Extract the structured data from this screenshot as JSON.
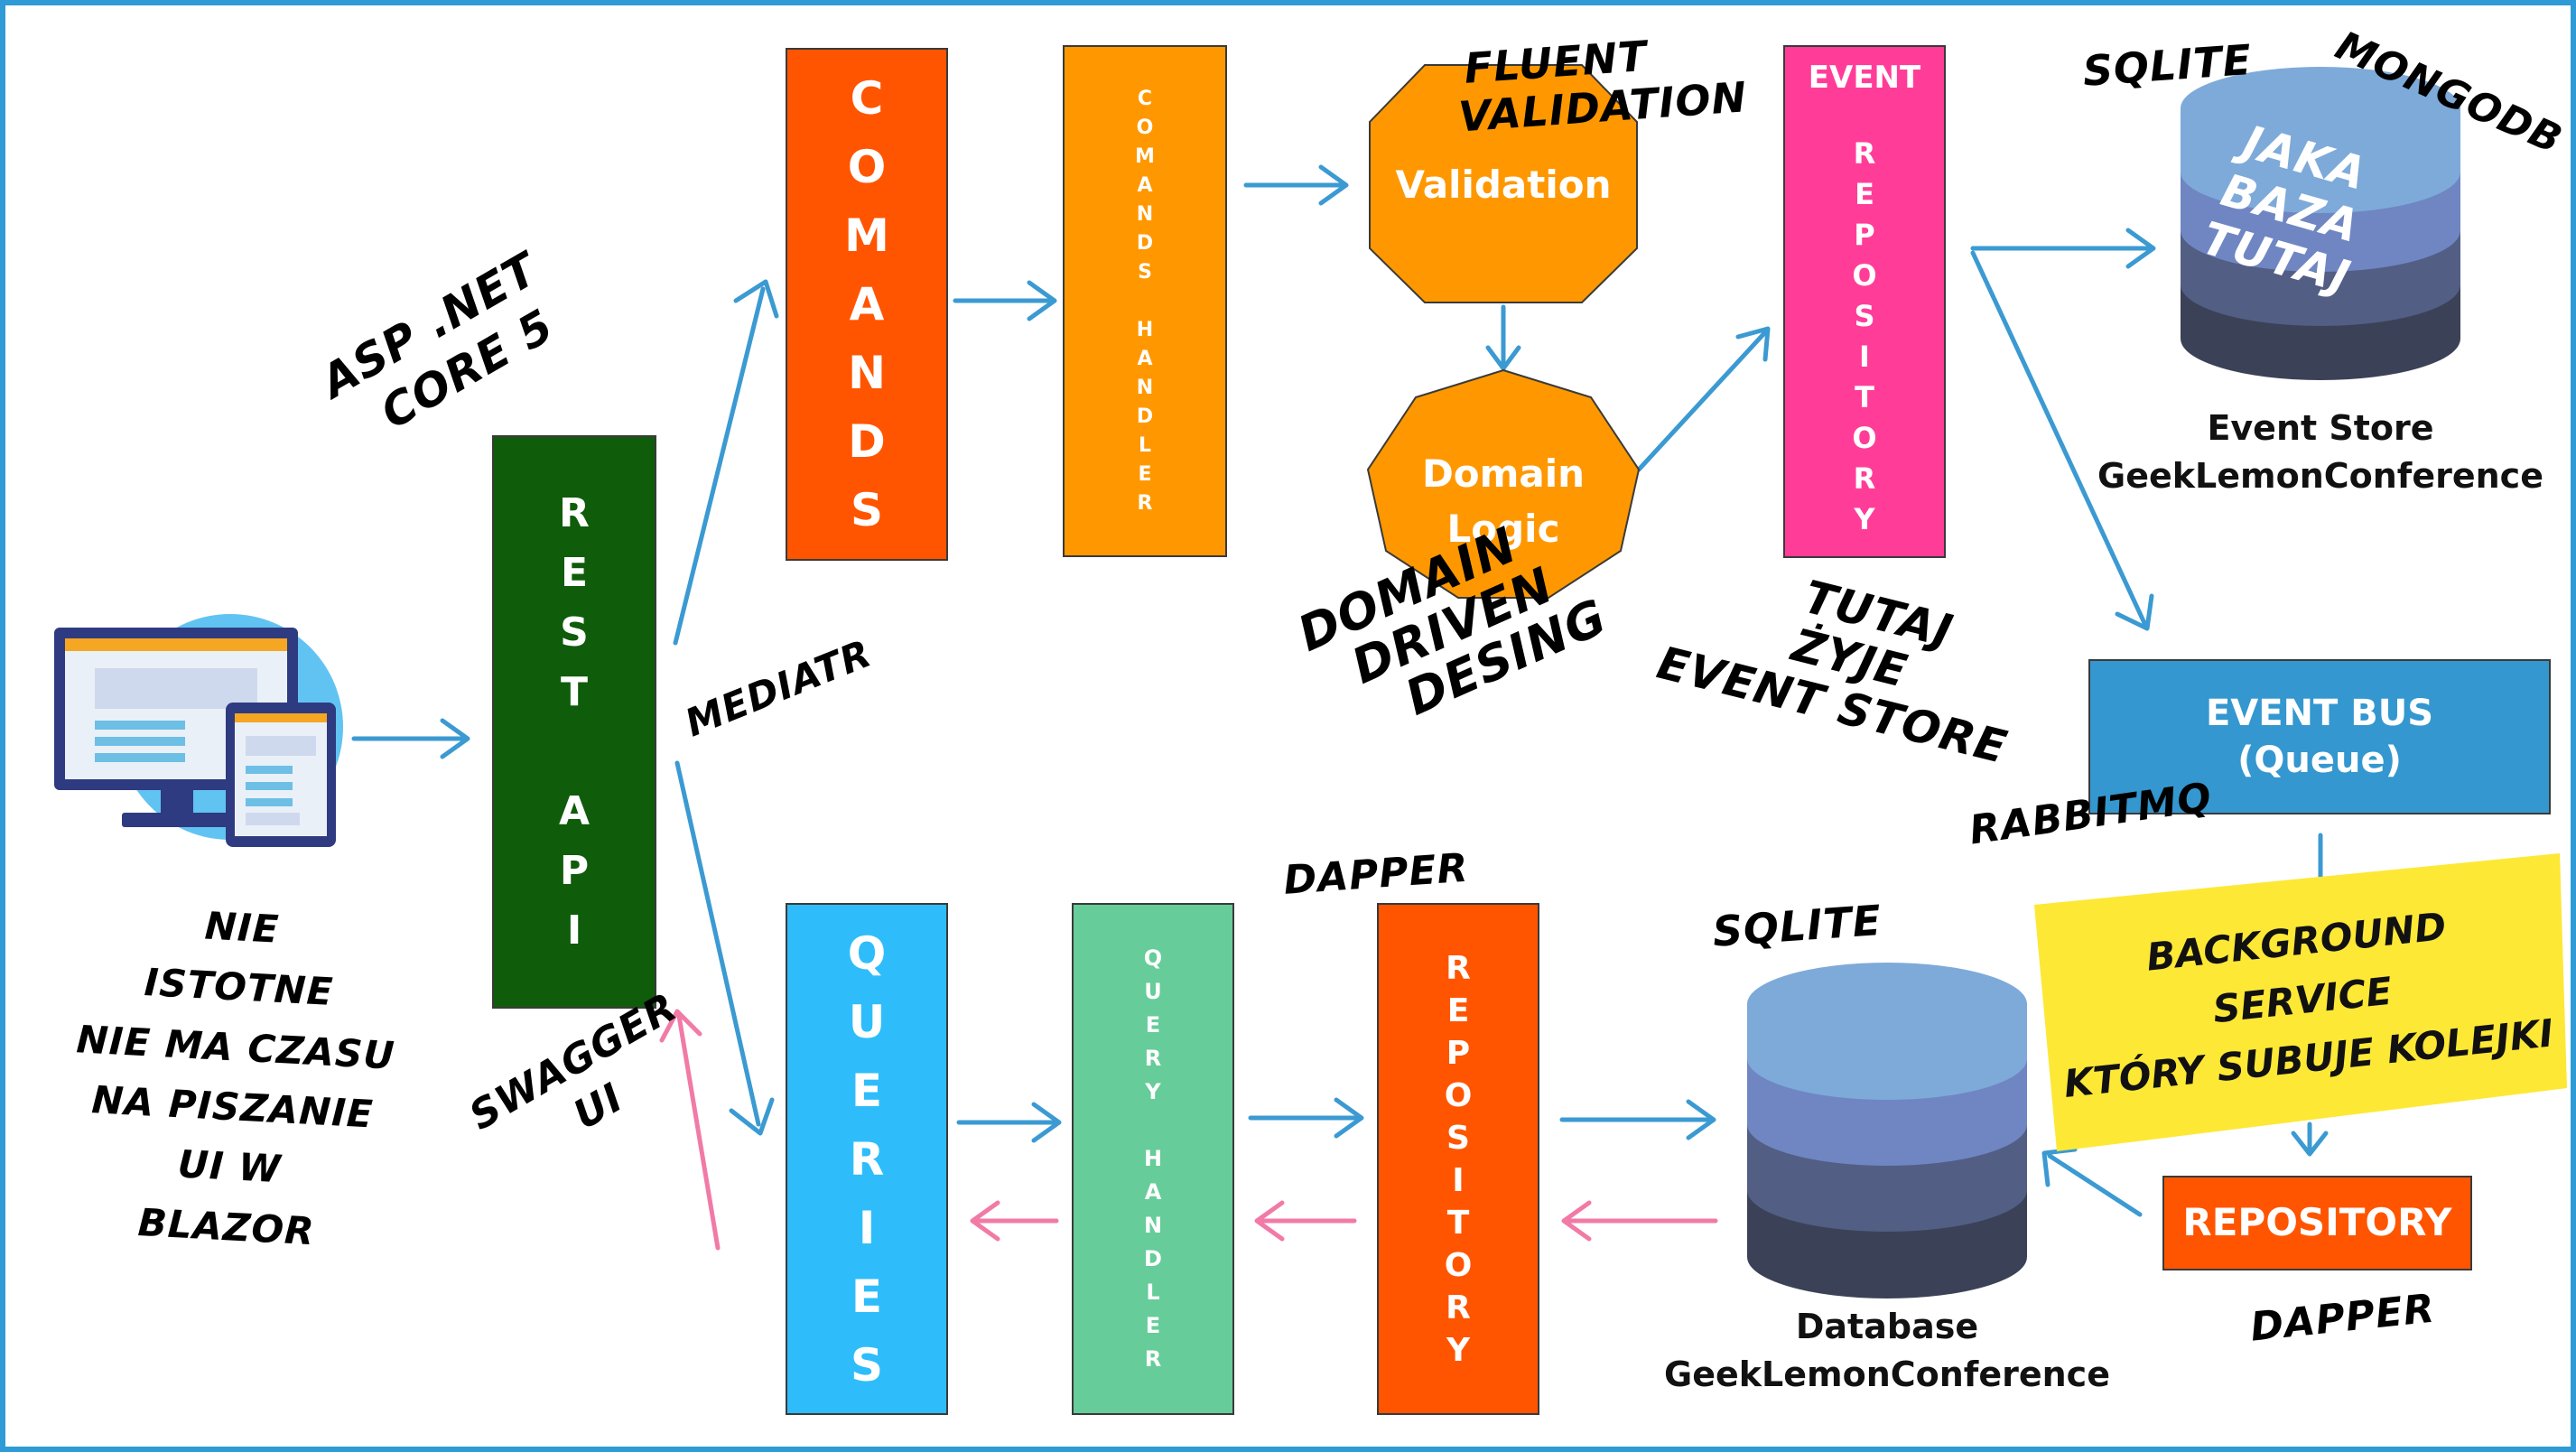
{
  "colors": {
    "border": "#2e9bd6",
    "arrow_blue": "#3b9ad2",
    "arrow_pink": "#f17aa6",
    "rest_api": "#0f5c0a",
    "commands": "#ff5500",
    "commands_handler": "#ff9800",
    "validation": "#ff9800",
    "event_repository": "#ff3d98",
    "event_bus": "#3497cf",
    "queries": "#2ebdfa",
    "query_handler": "#66cc99",
    "repository": "#ff5500",
    "sticky_note": "#fde836",
    "db_top": "#7eaad9",
    "db_mid1": "#6f86c3",
    "db_mid2": "#525e83",
    "db_bottom": "#3b4257"
  },
  "icons": {
    "client": "desktop-tablet-icon",
    "event_store_db": "database-icon",
    "read_db": "database-icon"
  },
  "boxes": {
    "rest_api": {
      "letters": [
        "R",
        "E",
        "S",
        "T",
        "",
        "A",
        "P",
        "I"
      ]
    },
    "commands": {
      "letters": [
        "C",
        "O",
        "M",
        "A",
        "N",
        "D",
        "S"
      ]
    },
    "commands_handler": {
      "letters": [
        "C",
        "O",
        "M",
        "A",
        "N",
        "D",
        "S",
        "",
        "H",
        "A",
        "N",
        "D",
        "L",
        "E",
        "R"
      ]
    },
    "validation": {
      "label": "Validation"
    },
    "domain_logic": {
      "label": "Domain Logic"
    },
    "event_repository": {
      "title": "EVENT",
      "letters": [
        "R",
        "E",
        "P",
        "O",
        "S",
        "I",
        "T",
        "O",
        "R",
        "Y"
      ]
    },
    "event_bus": {
      "line1": "EVENT BUS",
      "line2": "(Queue)"
    },
    "queries": {
      "letters": [
        "Q",
        "U",
        "E",
        "R",
        "I",
        "E",
        "S"
      ]
    },
    "query_handler": {
      "letters": [
        "Q",
        "U",
        "E",
        "R",
        "Y",
        "",
        "H",
        "A",
        "N",
        "D",
        "L",
        "E",
        "R"
      ]
    },
    "read_repository": {
      "letters": [
        "R",
        "E",
        "P",
        "O",
        "S",
        "I",
        "T",
        "O",
        "R",
        "Y"
      ]
    },
    "bus_repository": {
      "label": "REPOSITORY"
    }
  },
  "labels": {
    "event_store": {
      "line1": "Event Store",
      "line2": "GeekLemonConference"
    },
    "database": {
      "line1": "Database",
      "line2": "GeekLemonConference"
    }
  },
  "handwritten": {
    "asp_net": [
      "ASP .NET",
      "CORE 5"
    ],
    "mediatr": "MEDIATR",
    "swagger": [
      "SWAGGER",
      "UI"
    ],
    "client_note": [
      "NIE",
      "ISTOTNE",
      "NIE MA CZASU",
      "NA PISZANIE",
      "UI W",
      "BLAZOR"
    ],
    "fluent": [
      "FLUENT",
      "VALIDATION"
    ],
    "ddd": [
      "DOMAIN",
      "DRIVEN",
      "DESING"
    ],
    "tutaj": [
      "TUTAJ",
      "ŻYJE",
      "EVENT STORE"
    ],
    "sqlite_top": "SQLITE",
    "mongodb": "MONGODB",
    "jaka_baza": [
      "JAKA",
      "BAZA",
      "TUTAJ"
    ],
    "rabbitmq": "RABBITMQ",
    "dapper_top": "DAPPER",
    "sqlite_bottom": "SQLITE",
    "dapper_bottom": "DAPPER",
    "sticky": [
      "BACKGROUND",
      "SERVICE",
      "KTÓRY SUBUJE KOLEJKI"
    ]
  }
}
